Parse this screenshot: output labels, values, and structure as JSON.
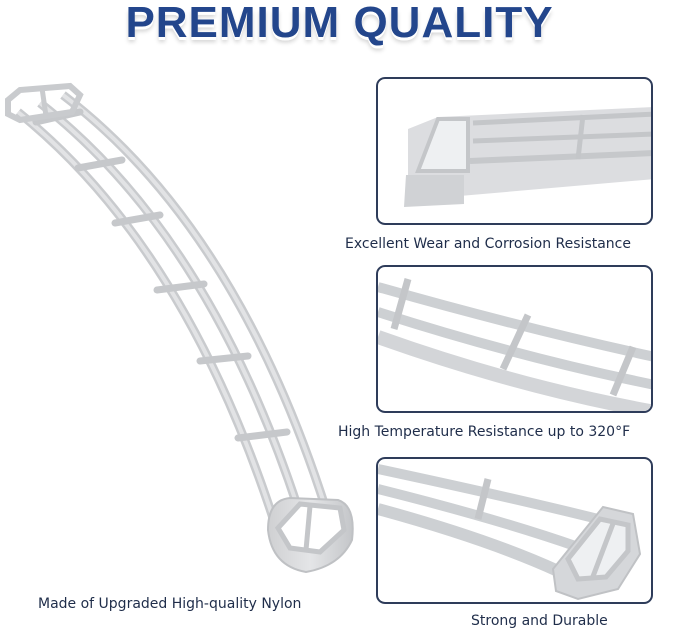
{
  "headline": "PREMIUM QUALITY",
  "colors": {
    "headline": "#23468c",
    "frame_border": "#2e3c5a",
    "caption": "#1f2d4a",
    "product": "#d9dadc",
    "product_shadow": "#b9bbbe"
  },
  "main_product": {
    "description": "Curved white nylon dishwasher rack bar with ladder rungs",
    "caption": "Made of Upgraded High-quality Nylon"
  },
  "features": [
    {
      "image": "close-up of bar end",
      "caption": "Excellent Wear and Corrosion Resistance"
    },
    {
      "image": "close-up of bar rungs",
      "caption": "High Temperature Resistance up to 320°F"
    },
    {
      "image": "close-up of bar foot",
      "caption": "Strong and Durable"
    }
  ]
}
